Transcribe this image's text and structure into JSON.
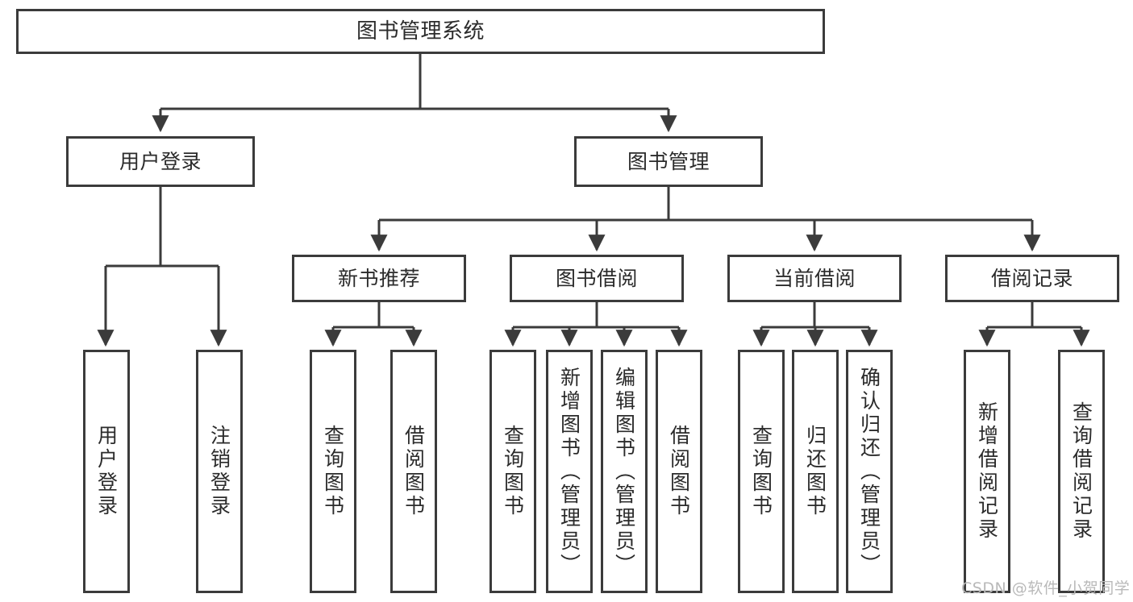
{
  "diagram": {
    "title": "图书管理系统",
    "type": "tree-hierarchy-diagram",
    "colors": {
      "stroke": "#3b3b3b",
      "box_fill": "#ffffff",
      "text": "#2b2b2b",
      "background": "#ffffff",
      "watermark": "#b9b9b9"
    },
    "root": {
      "label": "图书管理系统"
    },
    "level2": [
      {
        "label": "用户登录"
      },
      {
        "label": "图书管理"
      }
    ],
    "level3": [
      {
        "label": "新书推荐"
      },
      {
        "label": "图书借阅"
      },
      {
        "label": "当前借阅"
      },
      {
        "label": "借阅记录"
      }
    ],
    "leaves": {
      "user_login": [
        {
          "label": "用户登录"
        },
        {
          "label": "注销登录"
        }
      ],
      "new_book_recommend": [
        {
          "label": "查询图书"
        },
        {
          "label": "借阅图书"
        }
      ],
      "book_borrow": [
        {
          "label": "查询图书"
        },
        {
          "label": "新增图书（管理员）"
        },
        {
          "label": "编辑图书（管理员）"
        },
        {
          "label": "借阅图书"
        }
      ],
      "current_borrow": [
        {
          "label": "查询图书"
        },
        {
          "label": "归还图书"
        },
        {
          "label": "确认归还（管理员）"
        }
      ],
      "borrow_record": [
        {
          "label": "新增借阅记录"
        },
        {
          "label": "查询借阅记录"
        }
      ]
    }
  },
  "watermark": {
    "text": "CSDN @软件_小贺同学"
  }
}
